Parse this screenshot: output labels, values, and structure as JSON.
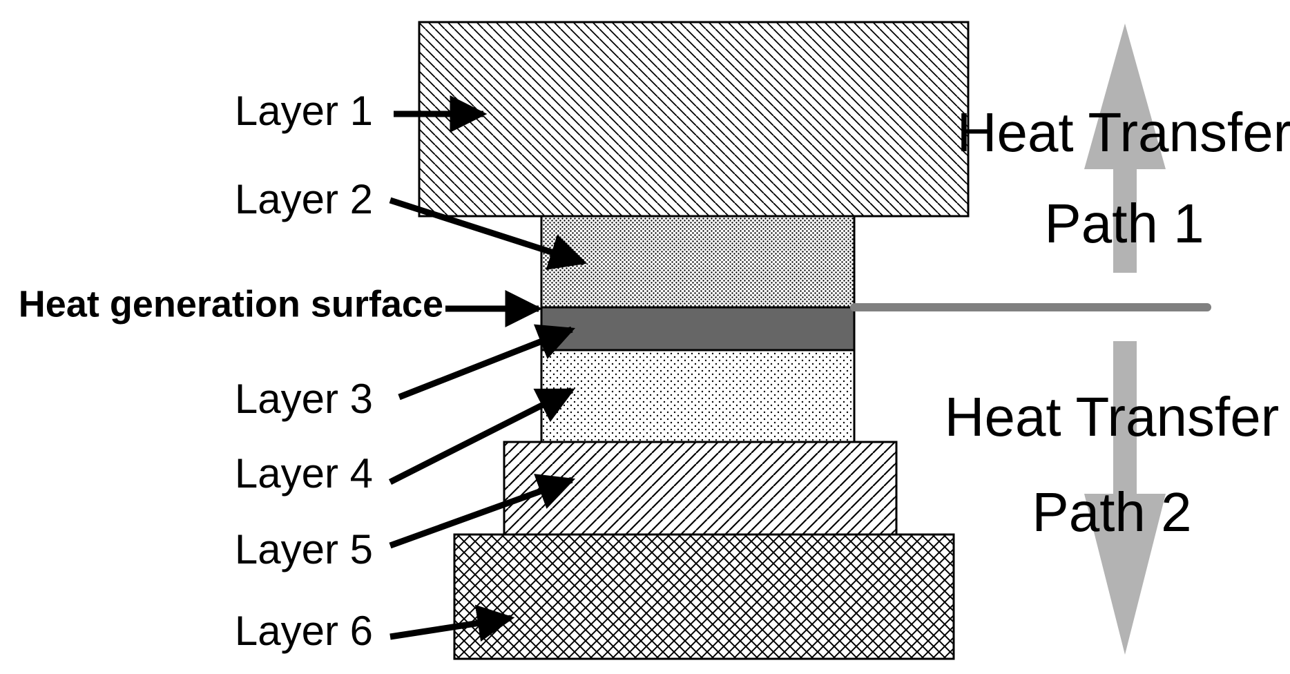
{
  "diagram": {
    "layers": [
      {
        "label": "Layer 1",
        "pattern": "back-diagonal-fine"
      },
      {
        "label": "Layer 2",
        "pattern": "dense-dots"
      },
      {
        "label": "Layer 3",
        "pattern": "solid-dark"
      },
      {
        "label": "Layer 4",
        "pattern": "sparse-dots"
      },
      {
        "label": "Layer 5",
        "pattern": "forward-diagonal"
      },
      {
        "label": "Layer 6",
        "pattern": "crosshatch"
      }
    ],
    "surface_label": "Heat generation surface",
    "path1": {
      "line1": "Heat Transfer",
      "line2": "Path 1",
      "direction": "up"
    },
    "path2": {
      "line1": "Heat Transfer",
      "line2": "Path 2",
      "direction": "down"
    },
    "colors": {
      "line": "#000000",
      "arrow_gray": "#b3b3b3",
      "surface_line": "#808080",
      "layer3_fill": "#666666"
    }
  }
}
